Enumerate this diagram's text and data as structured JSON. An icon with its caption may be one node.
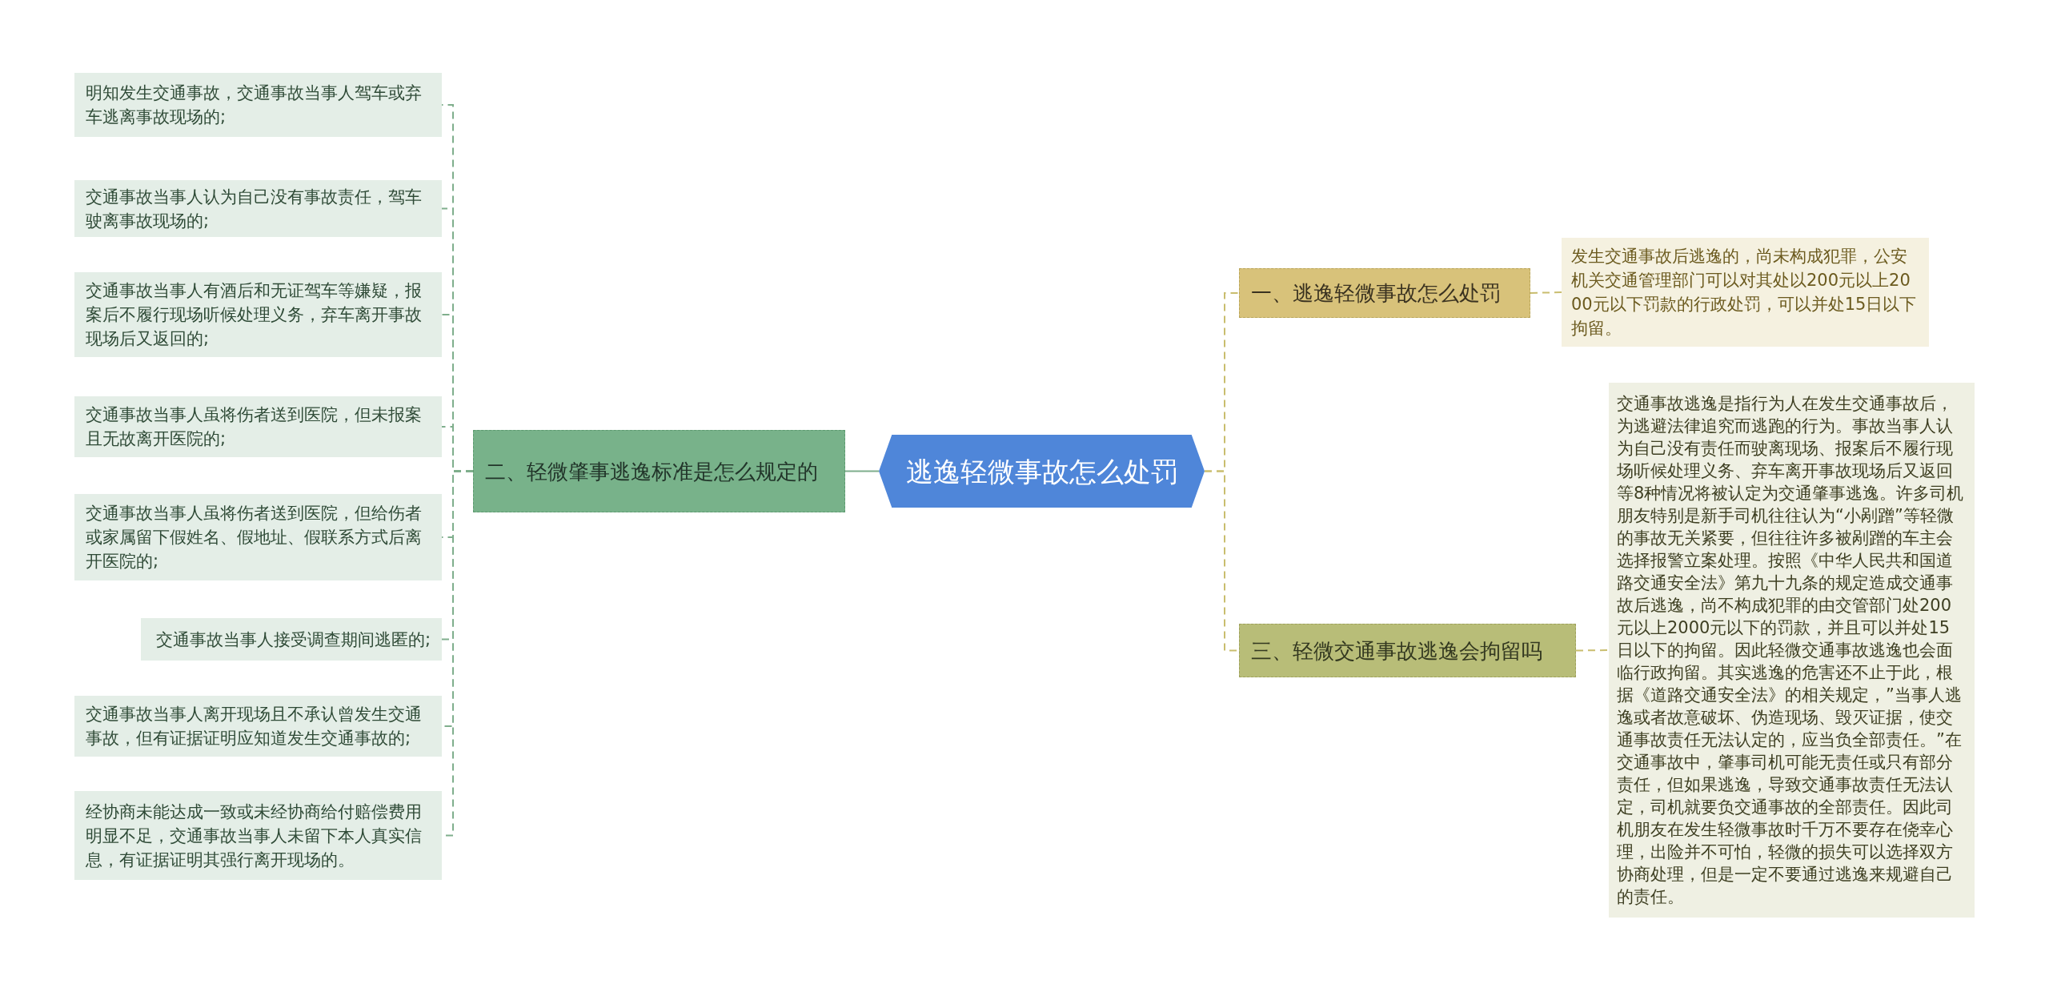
{
  "diagram": {
    "nodes": [
      {
        "text": [
          "逃逸轻微事故怎么处罚"
        ]
      },
      {
        "text": [
          "一、逃逸轻微事故怎么处罚"
        ]
      },
      {
        "text": [
          "发生交通事故后逃逸的，尚未构成犯罪，公安机关交通管理部门可以对其处以200元以上2000元以下罚款的行政处罚，可以并处15日以下拘留。"
        ]
      },
      {
        "text": [
          "三、轻微交通事故逃逸会拘留吗"
        ]
      },
      {
        "text": [
          "交通事故逃逸是指行为人在发生交通事故后，为逃避法律追究而逃跑的行为。事故当事人认为自己没有责任而驶离现场、报案后不履行现场听候处理义务、弃车离开事故现场后又返回等8种情况将被认定为交通肇事逃逸。许多司机朋友特别是新手司机往往认为“小剐蹭”等轻微的事故无关紧要，但往往许多被剐蹭的车主会选择报警立案处理。按照《中华人民共和国道路交通安全法》第九十九条的规定造成交通事故后逃逸，尚不构成犯罪的由交管部门处200元以上2000元以下的罚款，并且可以并处15日以下的拘留。因此轻微交通事故逃逸也会面临行政拘留。其实逃逸的危害还不止于此，根据《道路交通安全法》的相关规定，”当事人逃逸或者故意破坏、伪造现场、毁灭证据，使交通事故责任无法认定的，应当负全部责任。”在交通事故中，肇事司机可能无责任或只有部分责任，但如果逃逸，导致交通事故责任无法认定，司机就要负交通事故的全部责任。因此司机朋友在发生轻微事故时千万不要存在侥幸心理，出险并不可怕，轻微的损失可以选择双方协商处理，但是一定不要通过逃逸来规避自己的责任。"
        ]
      },
      {
        "text": [
          "二、轻微肇事逃逸标准是怎么规定的"
        ]
      },
      {
        "text": [
          "明知发生交通事故，交通事故当事人驾车或弃车逃离事故现场的;"
        ]
      },
      {
        "text": [
          "交通事故当事人认为自己没有事故责任，驾车驶离事故现场的;"
        ]
      },
      {
        "text": [
          "交通事故当事人有酒后和无证驾车等嫌疑，报案后不履行现场听候处理义务，弃车离开事故现场后又返回的;"
        ]
      },
      {
        "text": [
          "交通事故当事人虽将伤者送到医院，但未报案且无故离开医院的;"
        ]
      },
      {
        "text": [
          "交通事故当事人虽将伤者送到医院，但给伤者或家属留下假姓名、假地址、假联系方式后离开医院的;"
        ]
      },
      {
        "text": [
          "交通事故当事人接受调查期间逃匿的;"
        ]
      },
      {
        "text": [
          "交通事故当事人离开现场且不承认曾发生交通事故，但有证据证明应知道发生交通事故的;"
        ]
      },
      {
        "text": [
          "经协商未能达成一致或未经协商给付赔偿费用明显不足，交通事故当事人未留下本人真实信息，有证据证明其强行离开现场的。"
        ]
      }
    ],
    "edges": [
      {
        "from": 0,
        "to": 1,
        "arrow": "none",
        "style": "dashed",
        "color": "#c9bd6e"
      },
      {
        "from": 1,
        "to": 2,
        "arrow": "none",
        "style": "dashed",
        "color": "#c9bd6e"
      },
      {
        "from": 0,
        "to": 3,
        "arrow": "none",
        "style": "dashed",
        "color": "#c9bd6e"
      },
      {
        "from": 3,
        "to": 4,
        "arrow": "none",
        "style": "dashed",
        "color": "#c9bd6e"
      },
      {
        "from": 0,
        "to": 5,
        "arrow": "none"
      },
      {
        "from": 5,
        "to": 6,
        "arrow": "none",
        "style": "dashed"
      },
      {
        "from": 5,
        "to": 7,
        "arrow": "none",
        "style": "dashed"
      },
      {
        "from": 5,
        "to": 8,
        "arrow": "none",
        "style": "dashed"
      },
      {
        "from": 5,
        "to": 9,
        "arrow": "none",
        "style": "dashed"
      },
      {
        "from": 5,
        "to": 10,
        "arrow": "none",
        "style": "dashed"
      },
      {
        "from": 5,
        "to": 11,
        "arrow": "none",
        "style": "dashed"
      },
      {
        "from": 5,
        "to": 12,
        "arrow": "none",
        "style": "dashed"
      },
      {
        "from": 5,
        "to": 13,
        "arrow": "none",
        "style": "dashed"
      }
    ]
  }
}
